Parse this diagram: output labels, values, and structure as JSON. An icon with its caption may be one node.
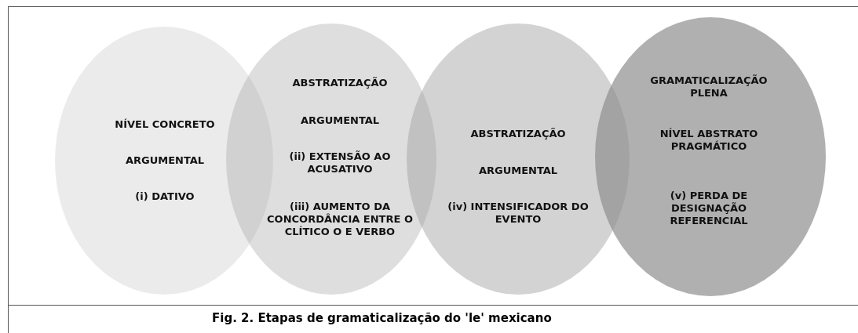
{
  "diagram": {
    "caption": "Fig. 2. Etapas de gramaticalização do 'le' mexicano",
    "nodes": [
      {
        "text": [
          "NÍVEL CONCRETO",
          "ARGUMENTAL",
          "(i) DATIVO"
        ]
      },
      {
        "text": [
          "ABSTRATIZAÇÃO",
          "ARGUMENTAL",
          "(ii) EXTENSÃO AO ACUSATIVO",
          "(iii) AUMENTO DA CONCORDÂNCIA ENTRE O CLÍTICO O E VERBO"
        ]
      },
      {
        "text": [
          "ABSTRATIZAÇÃO",
          "ARGUMENTAL",
          "(iv) INTENSIFICADOR DO EVENTO"
        ]
      },
      {
        "text": [
          "GRAMATICALIZAÇÃO PLENA",
          "NÍVEL ABSTRATO PRAGMÁTICO",
          "(v) PERDA DE DESIGNAÇÃO REFERENCIAL"
        ]
      }
    ],
    "edges": []
  }
}
